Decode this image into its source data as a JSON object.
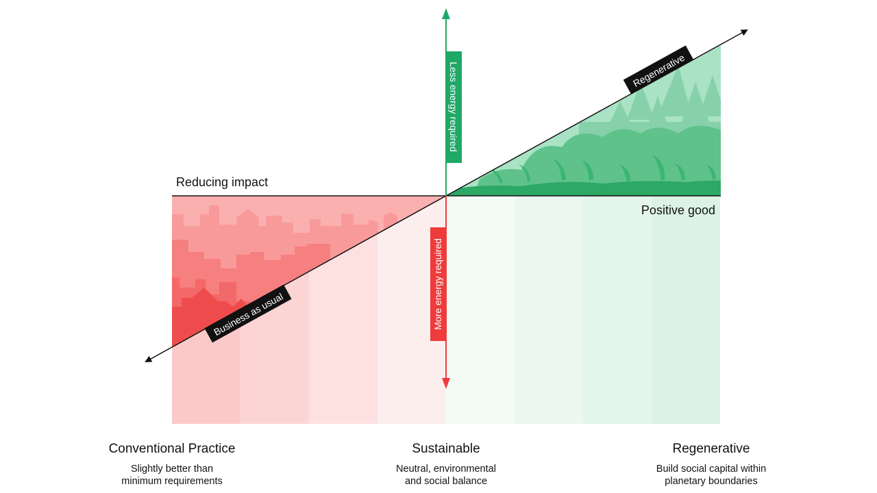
{
  "labels": {
    "reducing_impact": "Reducing impact",
    "positive_good": "Positive good",
    "less_energy": "Less energy required",
    "more_energy": "More energy required",
    "business_as_usual": "Business as usual",
    "regenerative_tag": "Regenerative"
  },
  "columns": [
    {
      "title": "Conventional Practice",
      "subtitle": "Slightly better than\nminimum requirements"
    },
    {
      "title": "Sustainable",
      "subtitle": "Neutral, environmental\nand social balance"
    },
    {
      "title": "Regenerative",
      "subtitle": "Build social capital within\nplanetary boundaries"
    }
  ],
  "colors": {
    "red": "#ee3b3b",
    "green": "#22a868",
    "axis": "#111111"
  }
}
